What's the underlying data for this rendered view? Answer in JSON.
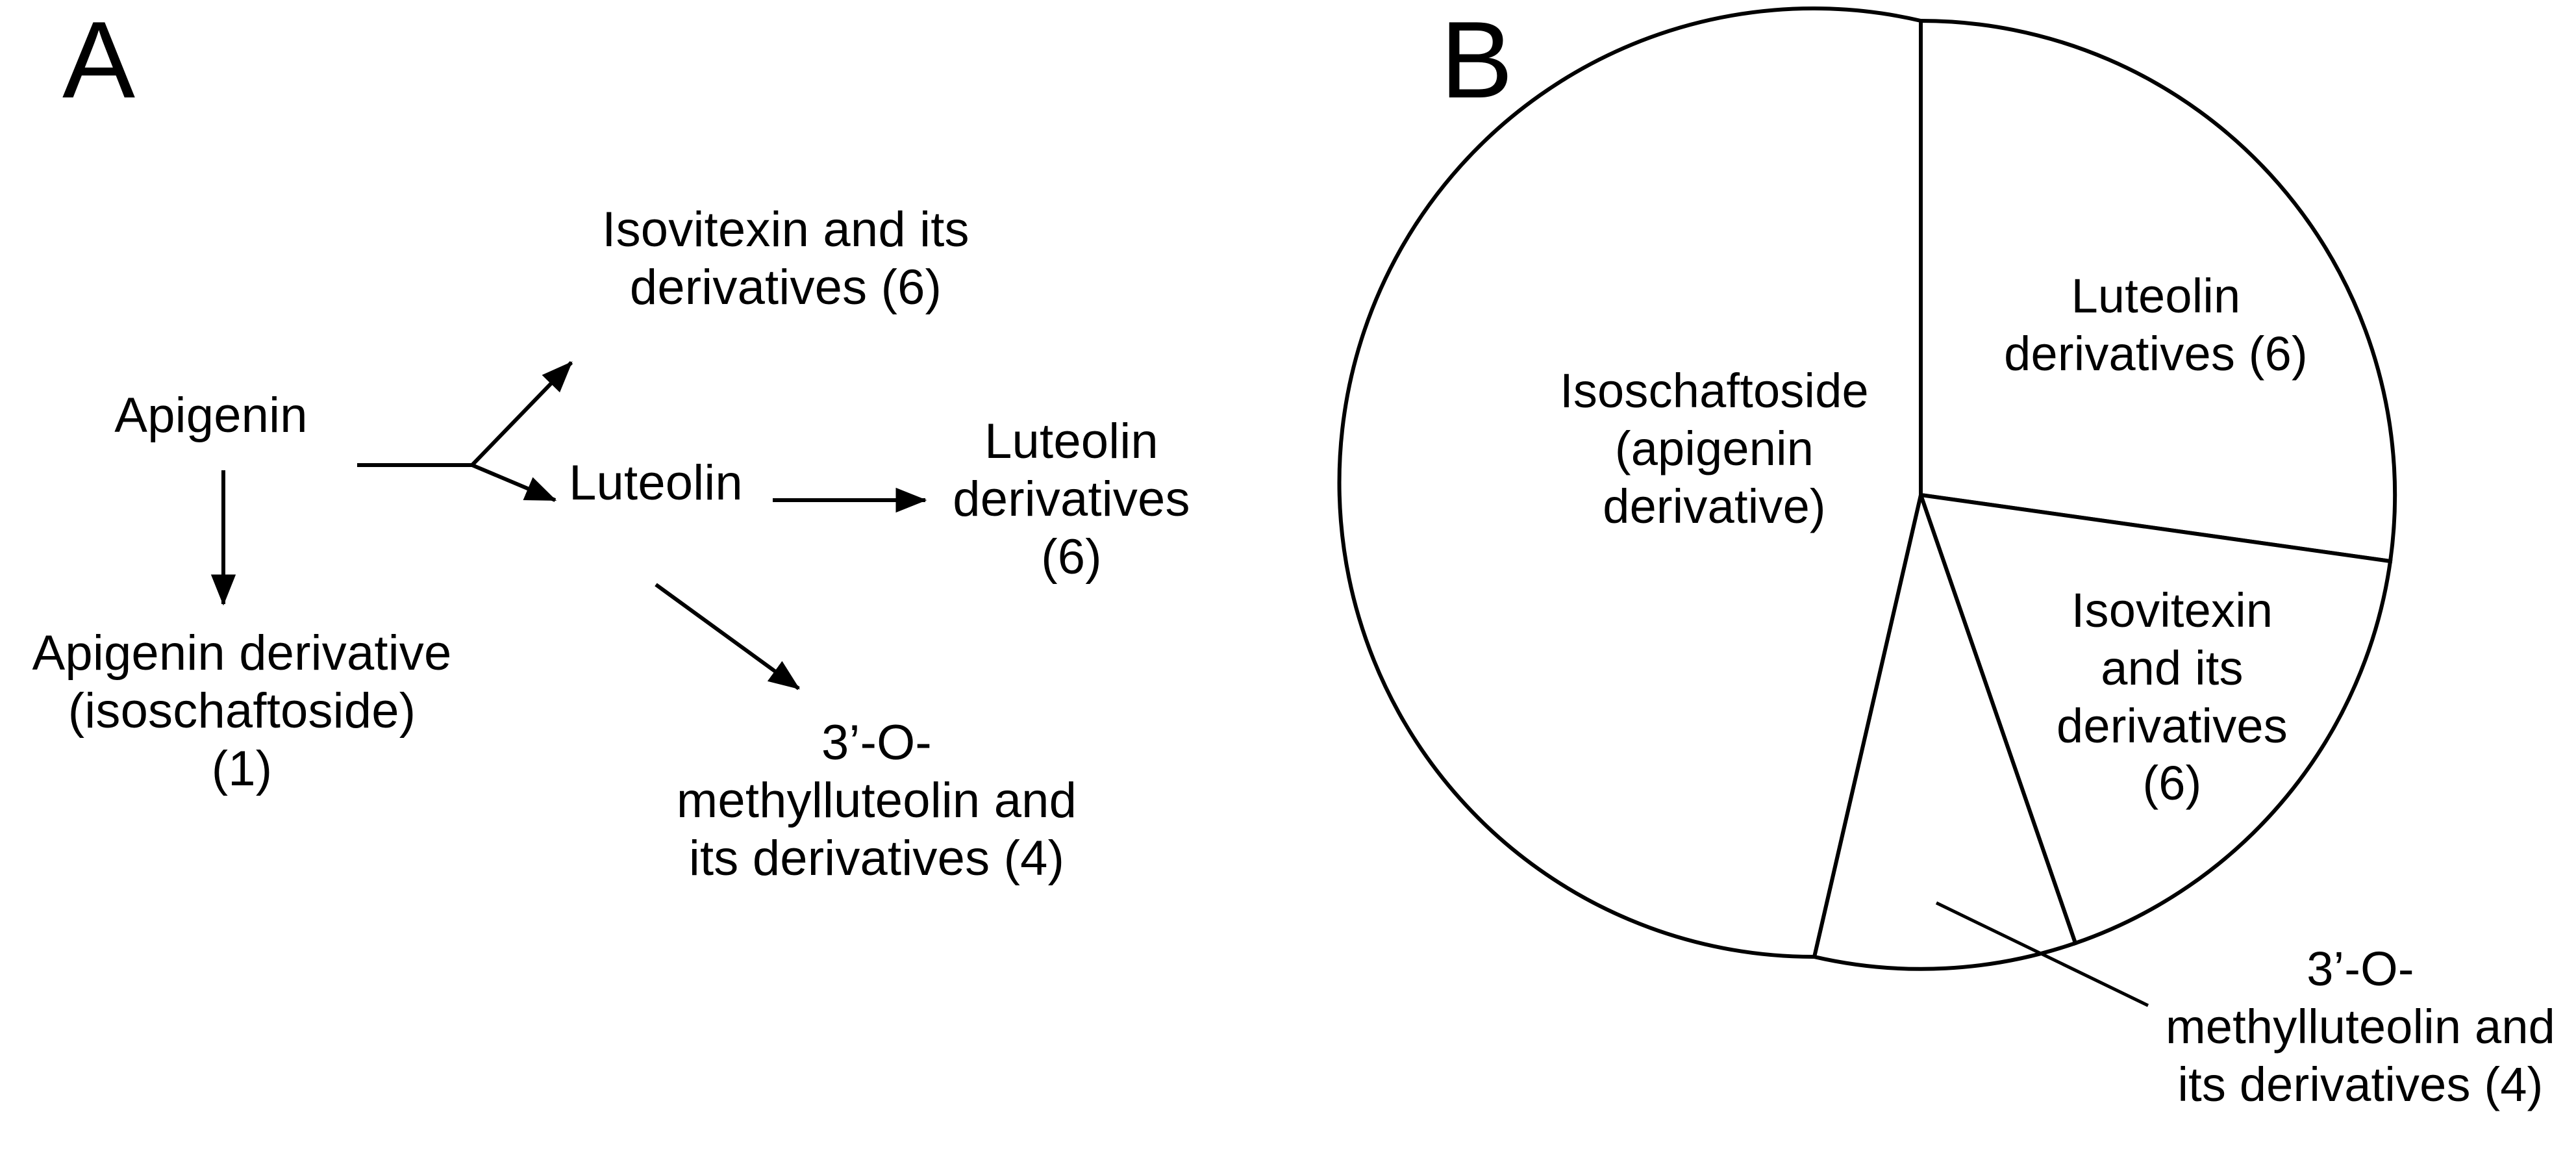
{
  "figure": {
    "panels": [
      {
        "id": "A",
        "letter": "A",
        "kind": "flow-diagram"
      },
      {
        "id": "B",
        "letter": "B",
        "kind": "pie-chart"
      }
    ]
  },
  "panel_a": {
    "letter": "A",
    "nodes": {
      "apigenin": "Apigenin",
      "isovitexin": "Isovitexin and its\nderivatives (6)",
      "luteolin": "Luteolin",
      "luteolin_derivatives": "Luteolin\nderivatives\n(6)",
      "apigenin_derivative": "Apigenin derivative\n(isoschaftoside)\n(1)",
      "methylluteolin": "3’-O-\nmethylluteolin and\nits derivatives (4)"
    },
    "edges": [
      {
        "from": "apigenin",
        "to": "isovitexin",
        "style": "arrow"
      },
      {
        "from": "apigenin",
        "to": "luteolin",
        "style": "arrow"
      },
      {
        "from": "apigenin",
        "to": "apigenin_derivative",
        "style": "arrow"
      },
      {
        "from": "luteolin",
        "to": "luteolin_derivatives",
        "style": "arrow"
      },
      {
        "from": "luteolin",
        "to": "methylluteolin",
        "style": "arrow"
      }
    ]
  },
  "panel_b": {
    "letter": "B",
    "labels": {
      "isoschaftoside": "Isoschaftoside\n(apigenin\nderivative)",
      "luteolin_derivatives": "Luteolin\nderivatives (6)",
      "isovitexin": "Isovitexin\nand its\nderivatives\n(6)",
      "methylluteolin": "3’-O-\nmethylluteolin and\nits derivatives (4)"
    }
  },
  "chart_data": {
    "type": "pie",
    "title": "",
    "labels": [
      "Luteolin derivatives (6)",
      "Isovitexin and its derivatives (6)",
      "3’-O-methylluteolin and its derivatives (4)",
      "Isoschaftoside (apigenin derivative)"
    ],
    "values": [
      6,
      6,
      4,
      1
    ],
    "counts": [
      6,
      6,
      4,
      1
    ],
    "start_angle_deg": [
      0,
      82,
      161,
      193
    ],
    "end_angle_deg": [
      82,
      161,
      193,
      360
    ],
    "sweep_deg": [
      82,
      79,
      32,
      167
    ],
    "colors": [
      "#ffffff",
      "#ffffff",
      "#ffffff",
      "#ffffff"
    ],
    "stroke_color": "#000000",
    "legend": "none",
    "note": "slice sweeps read off the drawn wedge boundaries; wedge labels carry the compound counts in parentheses"
  },
  "colors": {
    "background": "#ffffff",
    "ink": "#000000"
  }
}
